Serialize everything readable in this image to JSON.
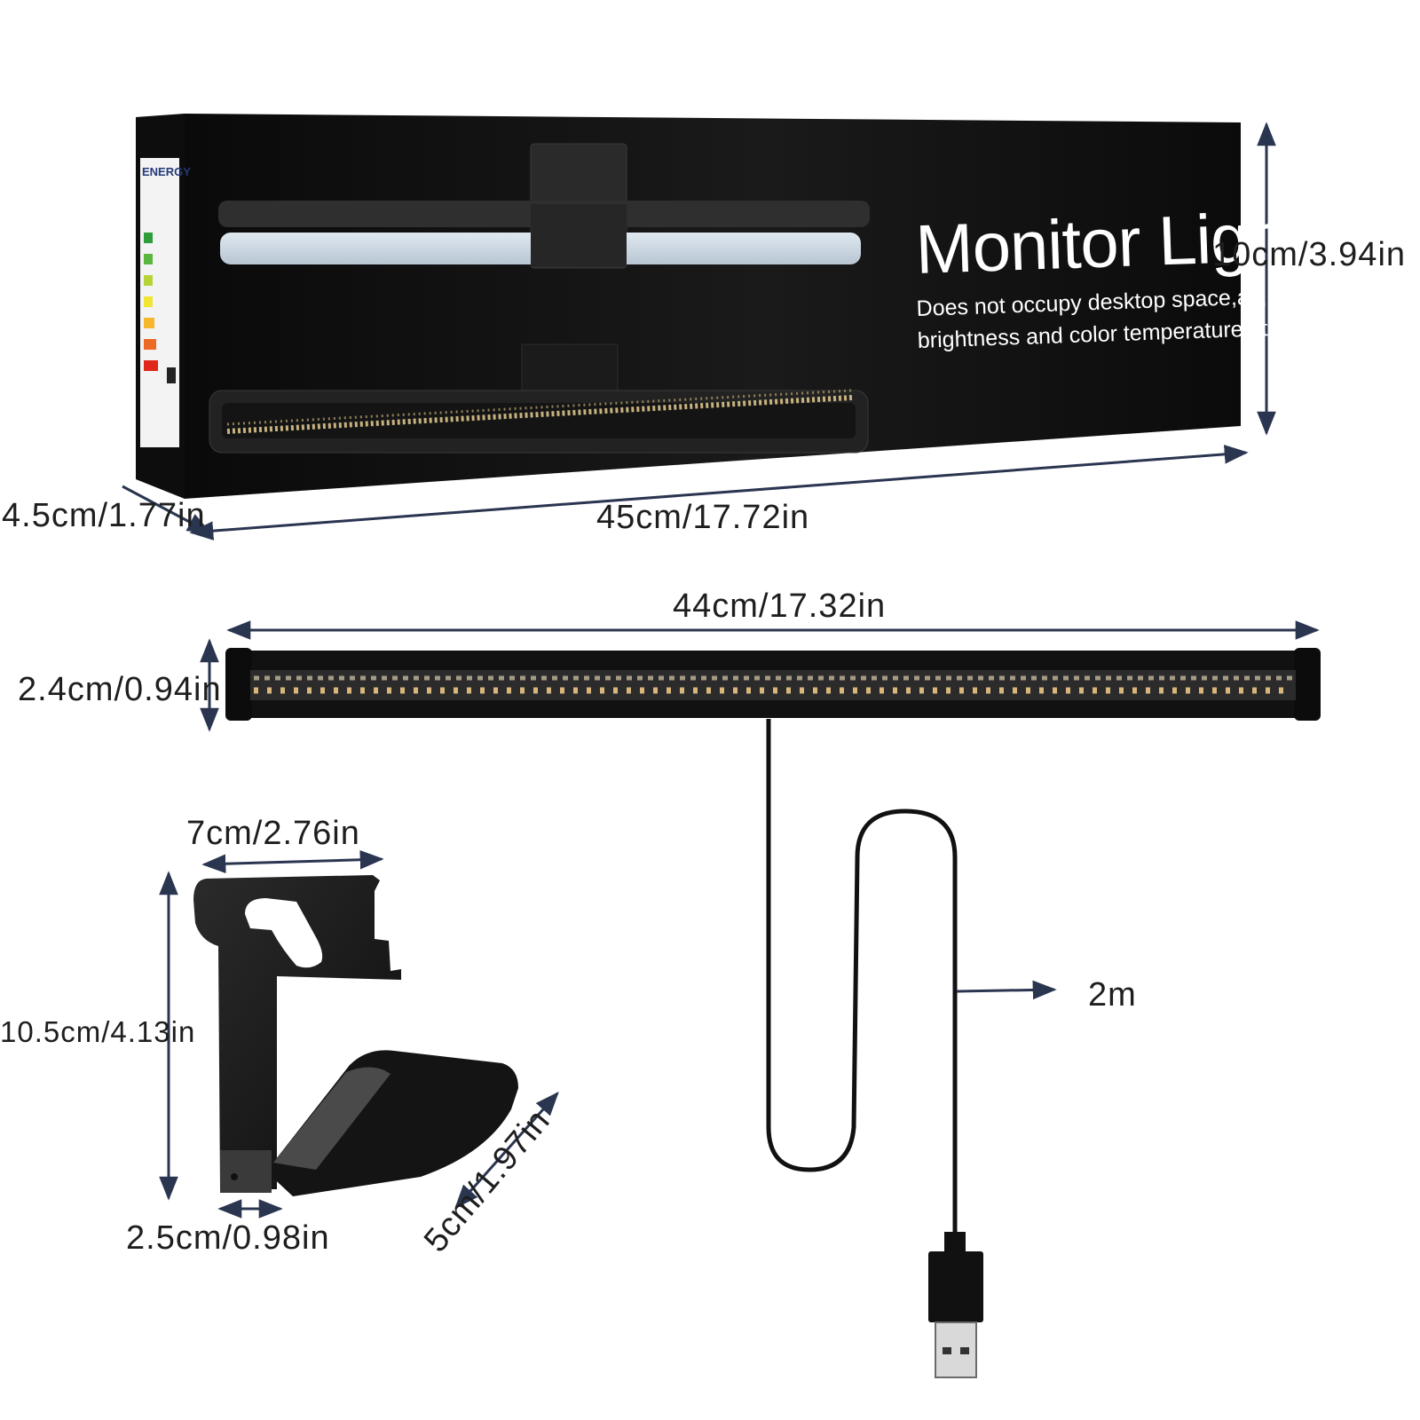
{
  "product_box": {
    "title": "Monitor Light",
    "subtitle_line1": "Does not occupy desktop space,adjust",
    "subtitle_line2": "brightness and color temperature at will.",
    "energy_label": "ENERGY"
  },
  "dimensions": {
    "box_height": "10cm/3.94in",
    "box_depth": "4.5cm/1.77in",
    "box_length": "45cm/17.72in",
    "bar_length": "44cm/17.32in",
    "bar_height": "2.4cm/0.94in",
    "clip_width": "7cm/2.76in",
    "clip_height": "10.5cm/4.13in",
    "clip_base": "2.5cm/0.98in",
    "clip_arm": "5cm/1.97in",
    "cable_length": "2m"
  },
  "icons": [
    "arrow-icon",
    "usb-plug-icon"
  ]
}
